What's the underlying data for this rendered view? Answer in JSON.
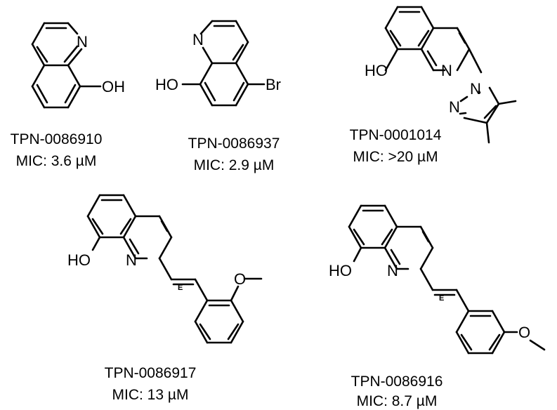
{
  "compounds": [
    {
      "id": "TPN-0086910",
      "mic": "MIC: 3.6 µM",
      "atoms": {
        "ring_n": "N",
        "hydroxyl": "OH"
      }
    },
    {
      "id": "TPN-0086937",
      "mic": "MIC: 2.9 µM",
      "atoms": {
        "ring_n": "N",
        "hydroxyl": "HO",
        "bromine": "Br"
      }
    },
    {
      "id": "TPN-0001014",
      "mic": "MIC: >20 µM",
      "atoms": {
        "ring_n": "N",
        "hydroxyl": "HO",
        "pyrazole_n1": "N",
        "pyrazole_n2": "N"
      }
    },
    {
      "id": "TPN-0086917",
      "mic": "MIC: 13 µM",
      "atoms": {
        "ring_n": "N",
        "hydroxyl": "HO",
        "ether_o": "O",
        "stereo": "E"
      }
    },
    {
      "id": "TPN-0086916",
      "mic": "MIC: 8.7 µM",
      "atoms": {
        "ring_n": "N",
        "hydroxyl": "HO",
        "ether_o": "O",
        "stereo": "E"
      }
    }
  ]
}
